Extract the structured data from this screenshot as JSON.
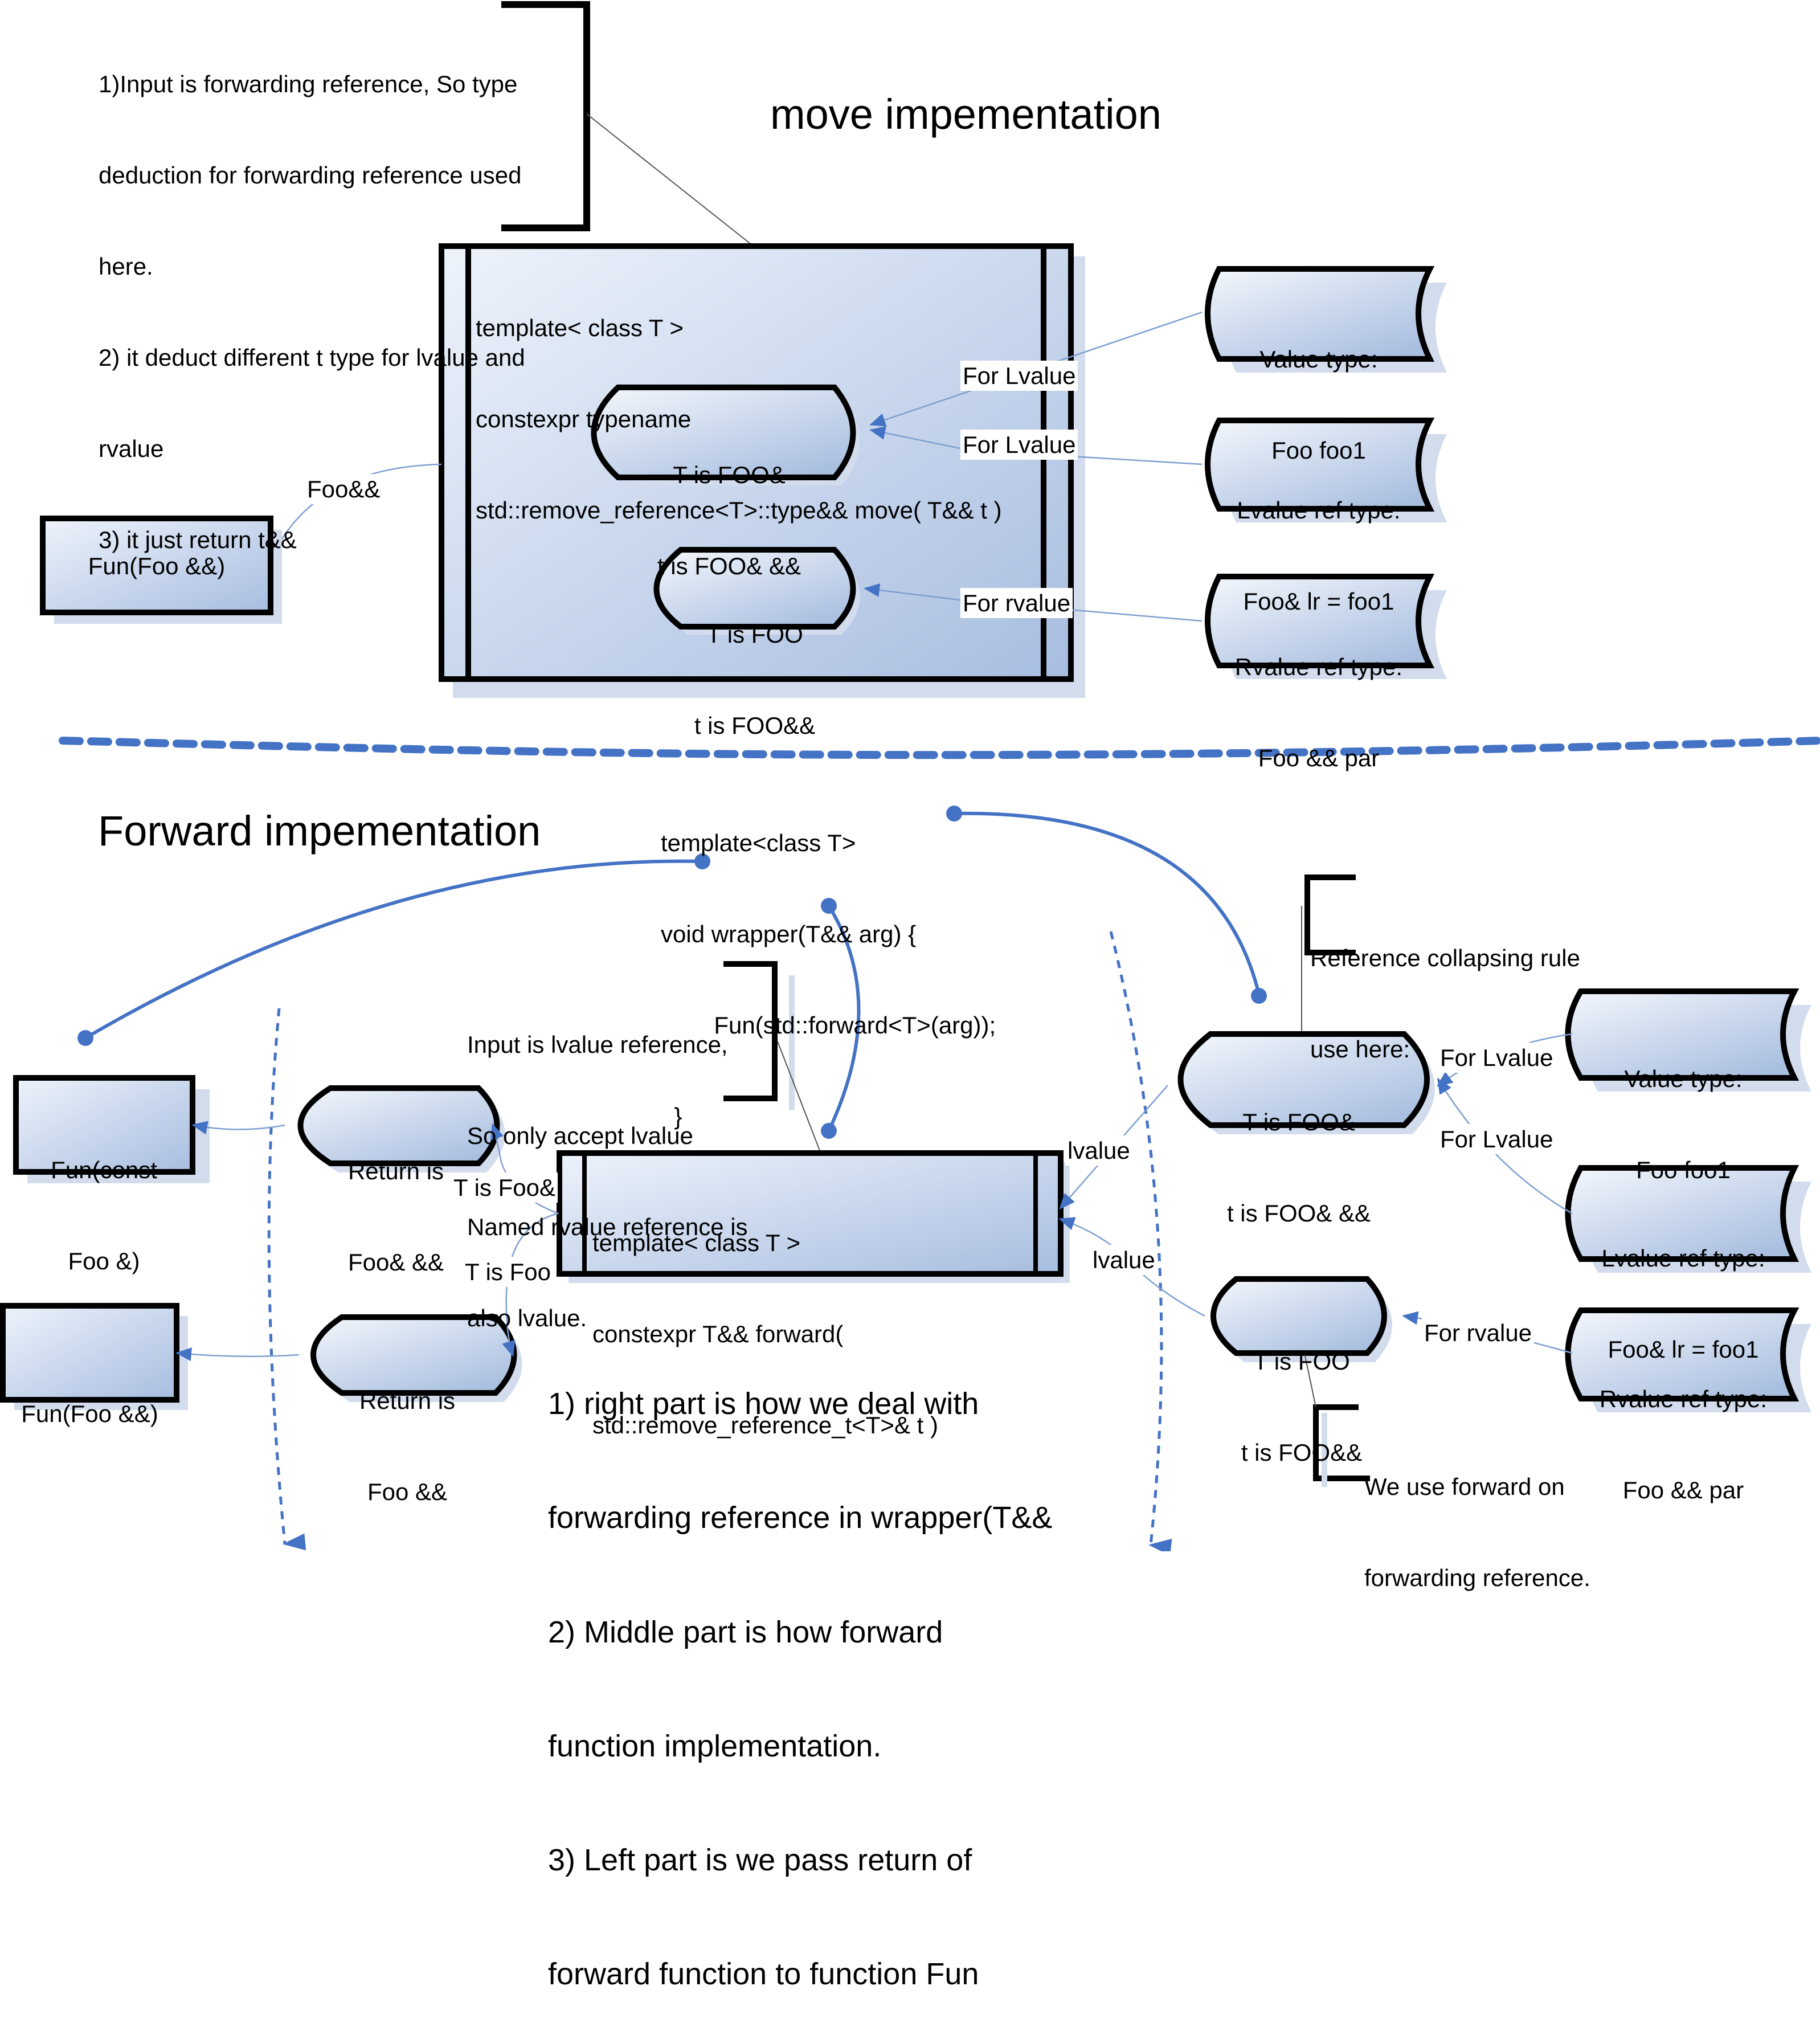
{
  "colors": {
    "box_fill_light": "#e6edf8",
    "box_fill_dark": "#a9bfdf",
    "shadow": "#d3dced",
    "outline": "#000000",
    "connector": "#4472c4",
    "thin_connector": "#7f9fd0",
    "bracket": "#000000"
  },
  "move_section": {
    "title": "move impementation",
    "note": [
      "1)Input is forwarding reference, So type",
      "deduction for forwarding reference used",
      "here.",
      "2) it deduct different t type for lvalue and",
      "rvalue",
      "3) it just return t&&"
    ],
    "template_code": [
      "template< class T >",
      "constexpr typename",
      "std::remove_reference<T>::type&& move( T&& t )"
    ],
    "lvalue_case": [
      "T is FOO&",
      "t is FOO& &&"
    ],
    "rvalue_case": [
      "T is FOO",
      "t is FOO&&"
    ],
    "inputs": [
      {
        "lines": [
          "Value type:",
          "Foo foo1"
        ],
        "edge_label": "For Lvalue"
      },
      {
        "lines": [
          "Lvalue ref type:",
          "Foo& lr = foo1"
        ],
        "edge_label": "For Lvalue"
      },
      {
        "lines": [
          "Rvalue ref type:",
          "Foo && par"
        ],
        "edge_label": "For rvalue"
      }
    ],
    "output": {
      "label": "Fun(Foo &&)",
      "edge_label": "Foo&&"
    }
  },
  "forward_section": {
    "title": "Forward impementation",
    "wrapper_code": [
      "template<class T>",
      "void wrapper(T&& arg) {",
      "        Fun(std::forward<T>(arg));",
      "  }"
    ],
    "forward_note": [
      "Input is lvalue reference,",
      "So only accept lvalue",
      "Named rvalue reference is",
      "also lvalue."
    ],
    "forward_code": [
      "template< class T >",
      "constexpr T&& forward(",
      "std::remove_reference_t<T>& t )"
    ],
    "collapse_note": [
      "Reference collapsing rule",
      "use here:"
    ],
    "lvalue_case": [
      "T is FOO&",
      "t is FOO& &&"
    ],
    "rvalue_case": [
      "T is FOO",
      "t is FOO&&"
    ],
    "inputs": [
      {
        "lines": [
          "Value type:",
          "Foo foo1"
        ],
        "edge_label": "For Lvalue"
      },
      {
        "lines": [
          "Lvalue ref type:",
          "Foo& lr = foo1"
        ],
        "edge_label": "For Lvalue"
      },
      {
        "lines": [
          "Rvalue ref type:",
          "Foo && par"
        ],
        "edge_label": "For rvalue"
      }
    ],
    "lvalue_edge_label": "lvalue",
    "forward_usage_note": [
      "We use forward on",
      "forwarding reference."
    ],
    "returns": [
      {
        "lines": [
          "Return is",
          "Foo& &&"
        ],
        "edge_label": "T is Foo&"
      },
      {
        "lines": [
          "Return is",
          "Foo &&"
        ],
        "edge_label": "T is Foo"
      }
    ],
    "outputs": [
      {
        "lines": [
          "Fun(const",
          "Foo &)"
        ]
      },
      {
        "lines": [
          "Fun(Foo &&)"
        ]
      }
    ],
    "summary": [
      "1) right part is how we deal with",
      "forwarding reference in wrapper(T&&",
      "2) Middle part is how forward",
      "function implementation.",
      "3) Left part is we pass return of",
      "forward function to function Fun"
    ]
  }
}
